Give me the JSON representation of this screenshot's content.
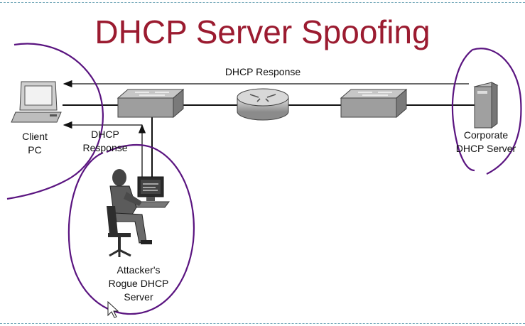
{
  "title": "DHCP Server Spoofing",
  "labels": {
    "top_response": "DHCP Response",
    "client_line1": "Client",
    "client_line2": "PC",
    "rogue_response_line1": "DHCP",
    "rogue_response_line2": "Response",
    "corporate_line1": "Corporate",
    "corporate_line2": "DHCP Server",
    "attacker_line1": "Attacker's",
    "attacker_line2": "Rogue DHCP",
    "attacker_line3": "Server"
  },
  "colors": {
    "title": "#9b1b30",
    "annotation": "#5a1480",
    "device": "#a9a9a9"
  }
}
